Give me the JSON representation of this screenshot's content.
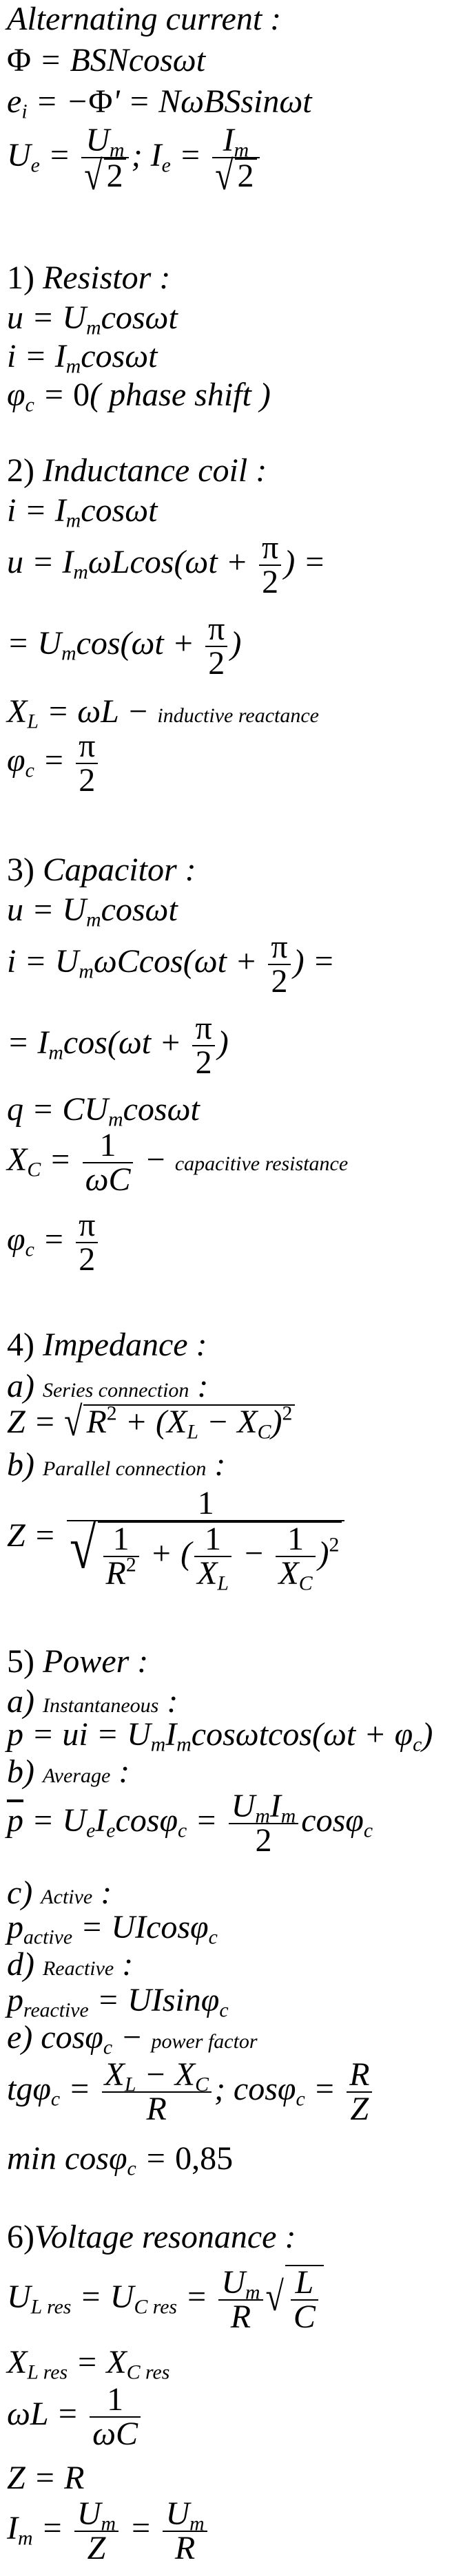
{
  "heading": "Alternating current",
  "intro": {
    "flux": "Φ = BSNcosωt",
    "emf": "e = −Φ' = NωBSsinωt",
    "effective": "U = Um/√2 ; I = Im/√2"
  },
  "s1": {
    "title": "1) Resistor",
    "u": "u = Umcosωt",
    "i": "i = Imcosωt",
    "phi": "φc = 0 (phase shift)",
    "phi_note": "phase shift"
  },
  "s2": {
    "title": "2) Inductance coil",
    "i": "i = Imcosωt",
    "note": "inductive reactance"
  },
  "s3": {
    "title": "3) Capacitor",
    "u": "u = Umcosωt",
    "note": "capacitive resistance"
  },
  "s4": {
    "title": "4) Impedance",
    "a": "Series connection",
    "b": "Parallel connection"
  },
  "s5": {
    "title": "5) Power",
    "a": "Instantaneous",
    "b": "Average",
    "c": "Active",
    "d": "Reactive",
    "e_note": "power factor",
    "min": "min cosφc = 0,85"
  },
  "s6": {
    "title": "6)Voltage resonance"
  }
}
